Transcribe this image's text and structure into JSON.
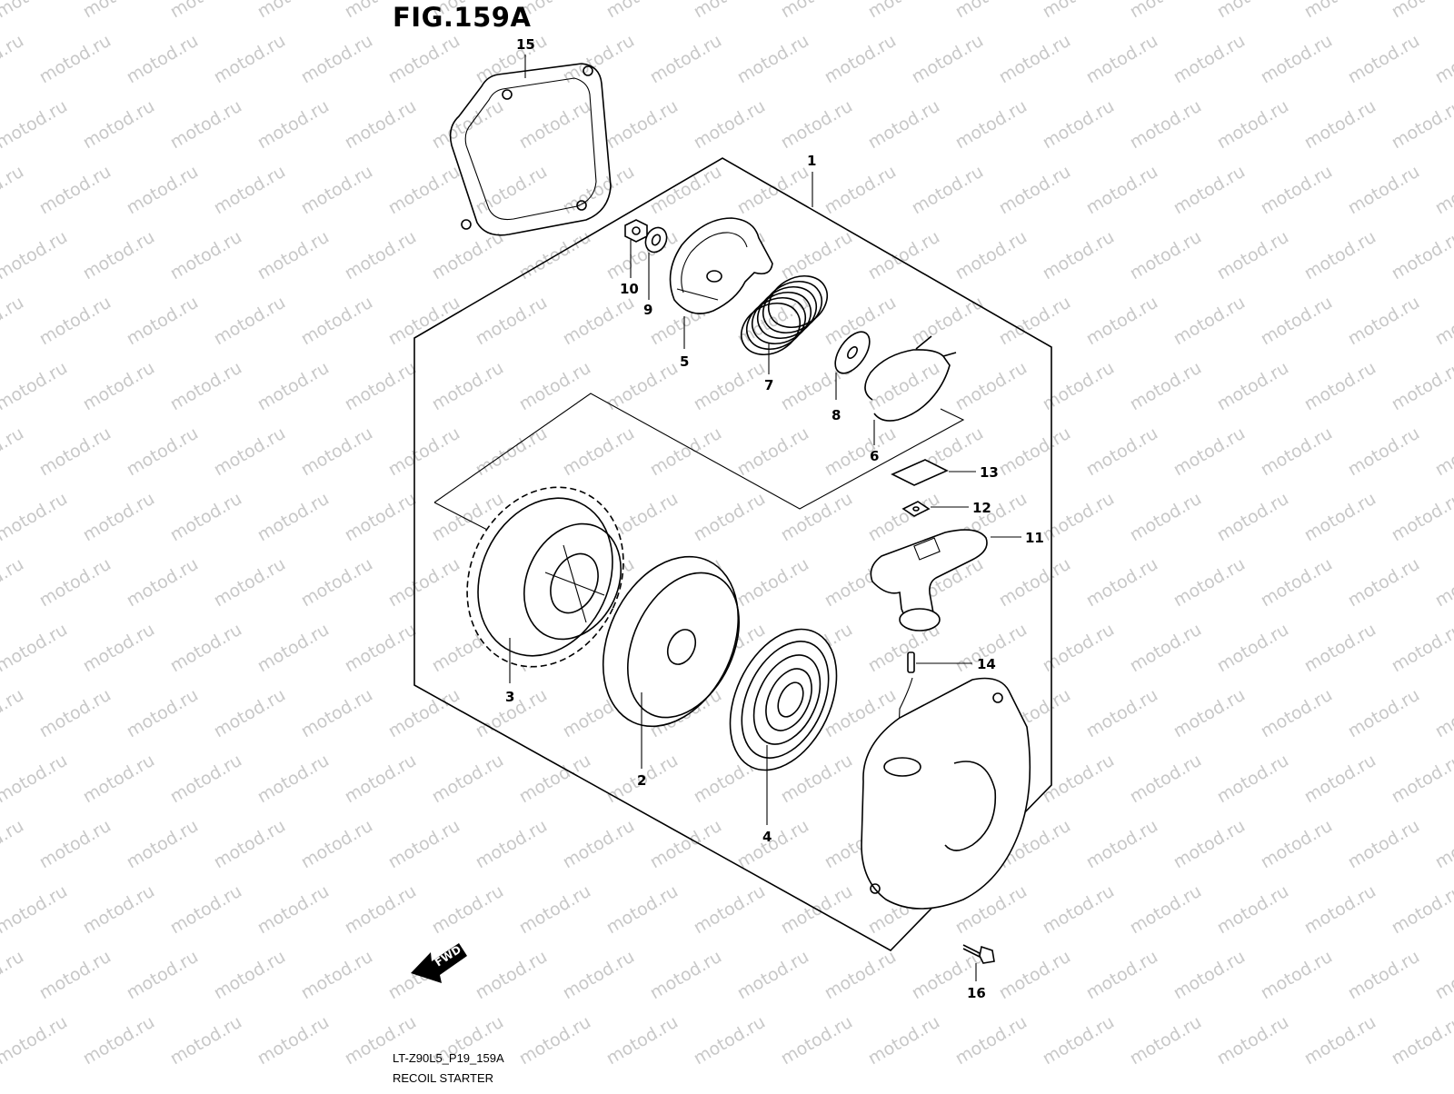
{
  "figure": {
    "title": "FIG.159A",
    "code": "LT-Z90L5_P19_159A",
    "name": "RECOIL STARTER"
  },
  "watermark": {
    "text": "motod.ru",
    "color": "#c8c8c8"
  },
  "fwd_label": "FWD",
  "callouts": [
    {
      "id": "c1",
      "label": "1"
    },
    {
      "id": "c2",
      "label": "2"
    },
    {
      "id": "c3",
      "label": "3"
    },
    {
      "id": "c4",
      "label": "4"
    },
    {
      "id": "c5",
      "label": "5"
    },
    {
      "id": "c6",
      "label": "6"
    },
    {
      "id": "c7",
      "label": "7"
    },
    {
      "id": "c8",
      "label": "8"
    },
    {
      "id": "c9",
      "label": "9"
    },
    {
      "id": "c10",
      "label": "10"
    },
    {
      "id": "c11",
      "label": "11"
    },
    {
      "id": "c12",
      "label": "12"
    },
    {
      "id": "c13",
      "label": "13"
    },
    {
      "id": "c14",
      "label": "14"
    },
    {
      "id": "c15",
      "label": "15"
    },
    {
      "id": "c16",
      "label": "16"
    }
  ]
}
